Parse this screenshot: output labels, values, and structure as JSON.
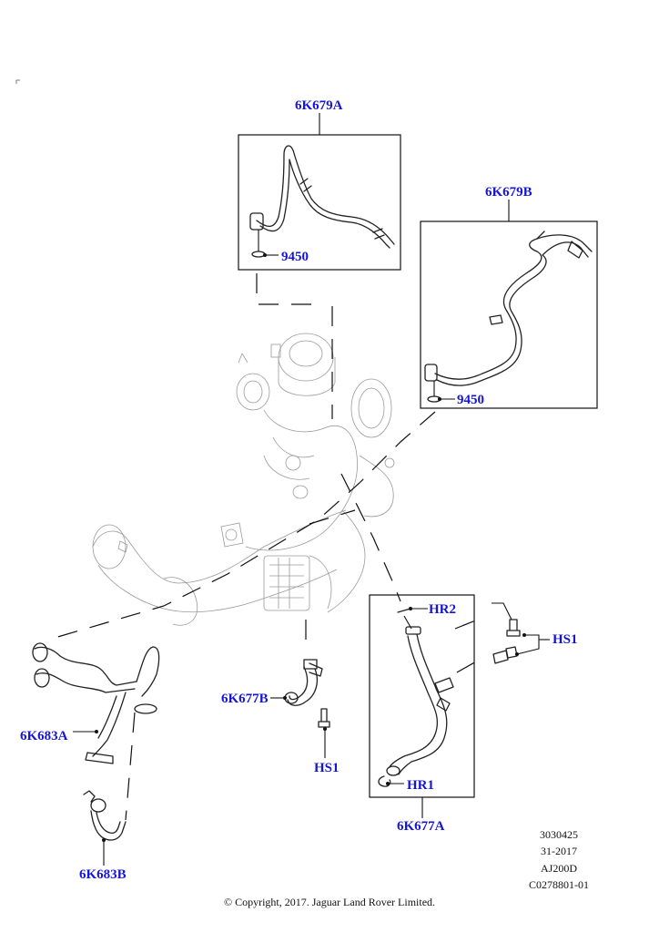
{
  "diagram": {
    "callouts": [
      {
        "id": "6K679A",
        "text": "6K679A"
      },
      {
        "id": "9450_a",
        "text": "9450"
      },
      {
        "id": "6K679B",
        "text": "6K679B"
      },
      {
        "id": "9450_b",
        "text": "9450"
      },
      {
        "id": "HR2",
        "text": "HR2"
      },
      {
        "id": "HS1_a",
        "text": "HS1"
      },
      {
        "id": "HR1",
        "text": "HR1"
      },
      {
        "id": "6K677A",
        "text": "6K677A"
      },
      {
        "id": "6K677B",
        "text": "6K677B"
      },
      {
        "id": "HS1_b",
        "text": "HS1"
      },
      {
        "id": "6K683A",
        "text": "6K683A"
      },
      {
        "id": "6K683B",
        "text": "6K683B"
      }
    ],
    "label_color": "#1515d9"
  },
  "metadata_block": {
    "line1": "3030425",
    "line2": "31-2017",
    "line3": "AJ200D",
    "line4": "C0278801-01"
  },
  "footer": {
    "copyright": "© Copyright, 2017. Jaguar Land Rover Limited."
  }
}
